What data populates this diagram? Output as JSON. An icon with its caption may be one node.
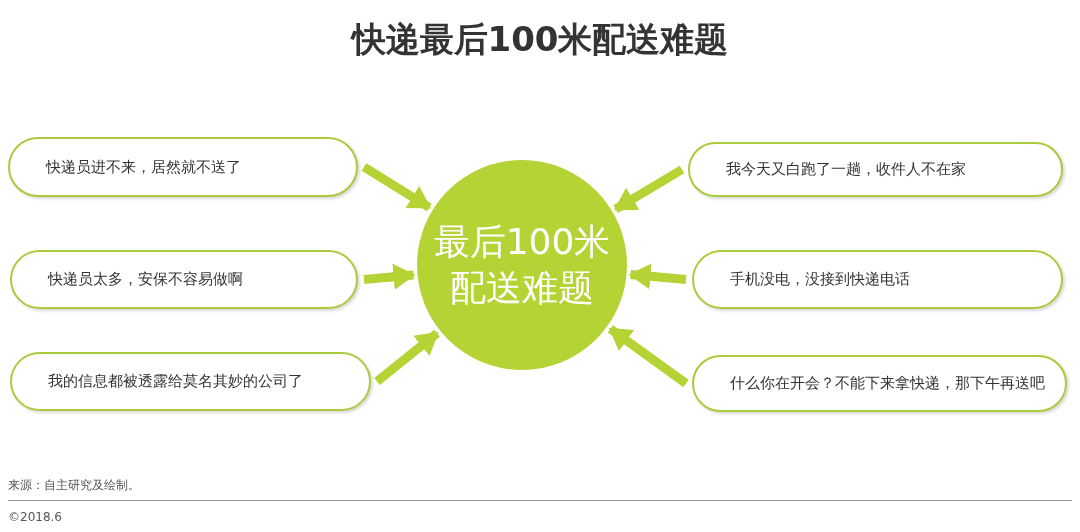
{
  "diagram": {
    "title": "快递最后100米配送难题",
    "nodes": [
      {
        "text": [
          "快递员进不来，居然就不送了"
        ]
      },
      {
        "text": [
          "我今天又白跑了一趟，收件人不在家"
        ]
      },
      {
        "text": [
          "快递员太多，安保不容易做啊"
        ]
      },
      {
        "text": [
          "手机没电，没接到快递电话"
        ]
      },
      {
        "text": [
          "我的信息都被透露给莫名其妙的公司了"
        ]
      },
      {
        "text": [
          "什么你在开会？不能下来拿快递，那下午再送吧"
        ]
      },
      {
        "text": [
          "最后100米配送难题"
        ]
      }
    ],
    "edges": [
      {
        "from": 0,
        "to": 6,
        "arrow": "to"
      },
      {
        "from": 1,
        "to": 6,
        "arrow": "to"
      },
      {
        "from": 2,
        "to": 6,
        "arrow": "to"
      },
      {
        "from": 3,
        "to": 6,
        "arrow": "to"
      },
      {
        "from": 4,
        "to": 6,
        "arrow": "to"
      },
      {
        "from": 5,
        "to": 6,
        "arrow": "to"
      }
    ],
    "labels": [
      "来源：自主研究及绘制。",
      "©2018.6"
    ]
  }
}
